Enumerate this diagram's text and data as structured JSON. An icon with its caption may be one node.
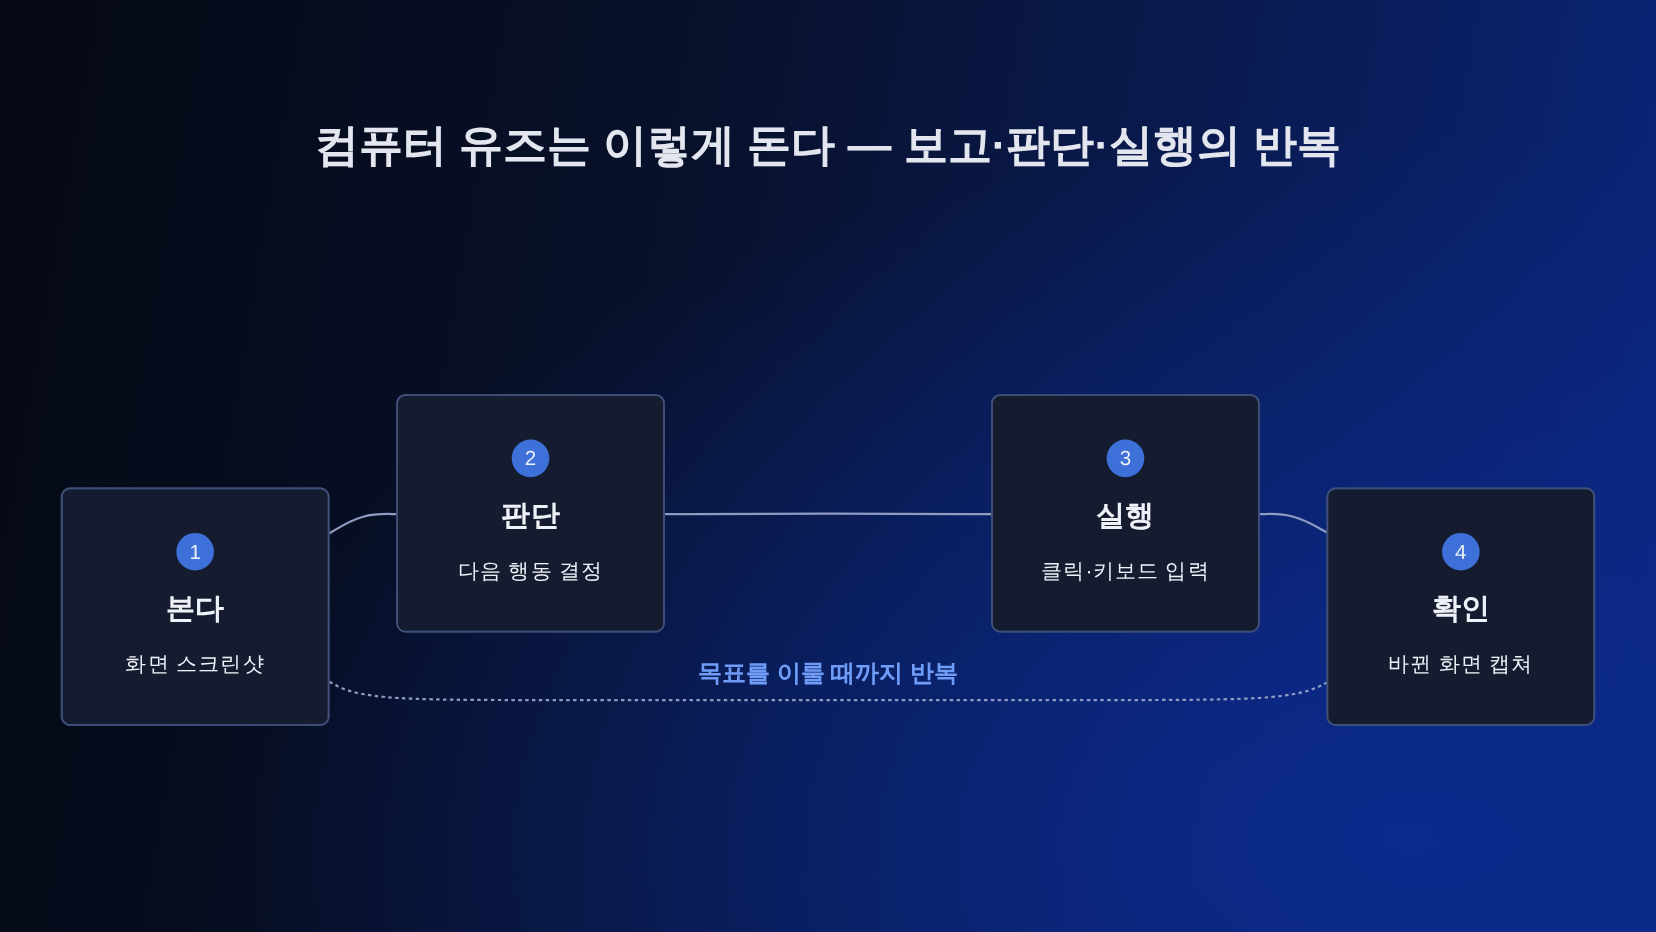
{
  "diagram": {
    "title": "컴퓨터 유즈는 이렇게 돈다 — 보고·판단·실행의 반복",
    "nodes": [
      {
        "text": [
          "1",
          "본다",
          "화면 스크린샷"
        ]
      },
      {
        "text": [
          "2",
          "판단",
          "다음 행동 결정"
        ]
      },
      {
        "text": [
          "3",
          "실행",
          "클릭·키보드 입력"
        ]
      },
      {
        "text": [
          "4",
          "확인",
          "바뀐 화면 캡쳐"
        ]
      }
    ],
    "edges": [
      {
        "from": 0,
        "to": 1,
        "arrow": "none"
      },
      {
        "from": 1,
        "to": 2,
        "arrow": "none"
      },
      {
        "from": 2,
        "to": 3,
        "arrow": "none"
      },
      {
        "from": 0,
        "to": 3,
        "arrow": "none",
        "style": "dashed",
        "label": "목표를 이룰 때까지 반복"
      }
    ]
  }
}
